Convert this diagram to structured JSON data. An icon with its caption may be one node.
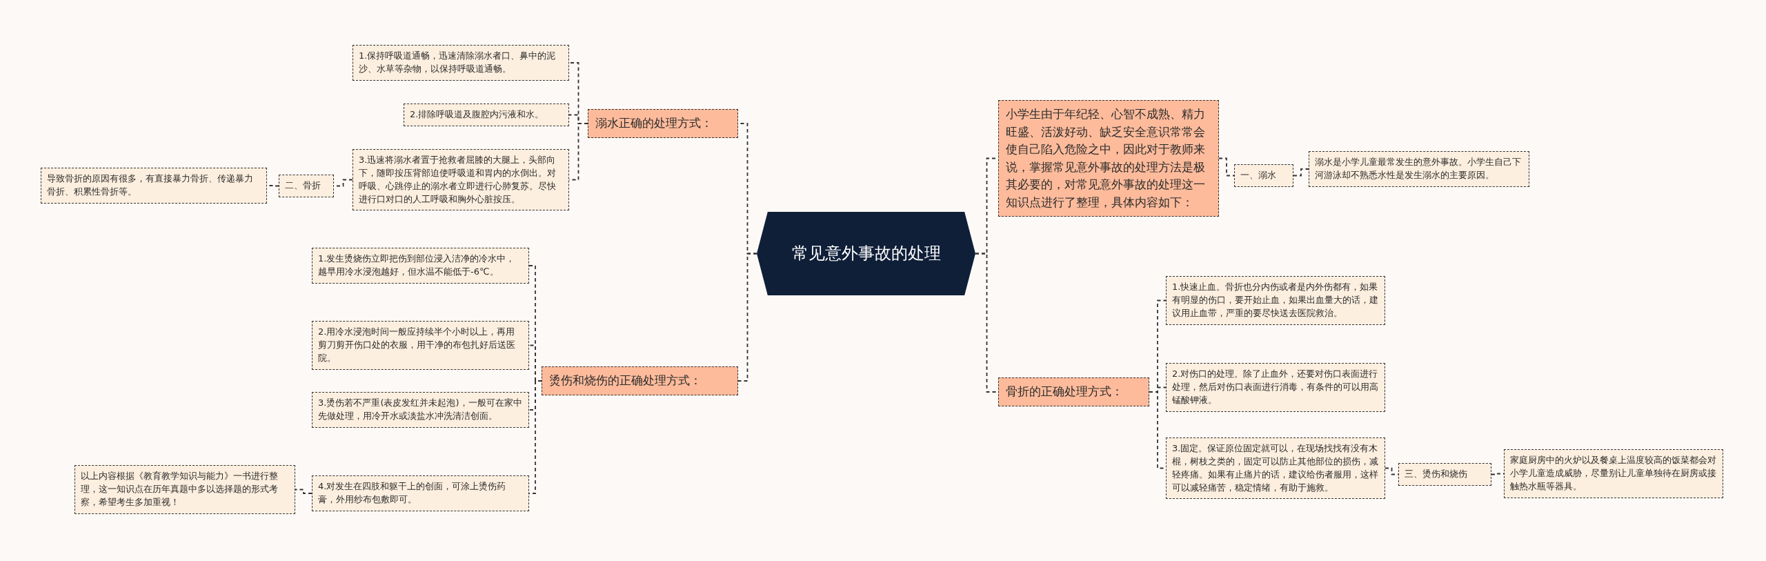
{
  "diagram": {
    "nodes": [
      {
        "text": [
          "常见意外事故的处理"
        ]
      },
      {
        "text": [
          "溺水正确的处理方式："
        ]
      },
      {
        "text": [
          "1.保持呼吸道通畅，迅速清除溺水者口、鼻中的泥沙、水草等杂物，以保持呼吸道通畅。"
        ]
      },
      {
        "text": [
          "2.排除呼吸道及腹腔内污液和水。"
        ]
      },
      {
        "text": [
          "3.迅速将溺水者置于抢救者屈膝的大腿上，头部向下，随即按压背部迫使呼吸道和胃内的水倒出。对呼吸、心跳停止的溺水者立即进行心肺复苏。尽快进行口对口的人工呼吸和胸外心脏按压。"
        ]
      },
      {
        "text": [
          "二、骨折"
        ]
      },
      {
        "text": [
          "导致骨折的原因有很多，有直接暴力骨折、传递暴力骨折、积累性骨折等。"
        ]
      },
      {
        "text": [
          "烫伤和烧伤的正确处理方式："
        ]
      },
      {
        "text": [
          "1.发生烫烧伤立即把伤到部位浸入洁净的冷水中，越早用冷水浸泡越好，但水温不能低于-6℃。"
        ]
      },
      {
        "text": [
          "2.用冷水浸泡时间一般应持续半个小时以上，再用剪刀剪开伤口处的衣服，用干净的布包扎好后送医院。"
        ]
      },
      {
        "text": [
          "3.烫伤若不严重(表皮发红并未起泡)，一般可在家中先做处理，用冷开水或淡盐水冲洗清洁创面。"
        ]
      },
      {
        "text": [
          "4.对发生在四肢和躯干上的创面，可涂上烫伤药膏，外用纱布包敷即可。"
        ]
      },
      {
        "text": [
          "以上内容根据《教育教学知识与能力》一书进行整理，这一知识点在历年真题中多以选择题的形式考察，希望考生多加重视！"
        ]
      },
      {
        "text": [
          "小学生由于年纪轻、心智不成熟、精力旺盛、活泼好动、缺乏安全意识常常会使自己陷入危险之中，因此对于教师来说，掌握常见意外事故的处理方法是极其必要的，对常见意外事故的处理这一知识点进行了整理，具体内容如下："
        ]
      },
      {
        "text": [
          "一、溺水"
        ]
      },
      {
        "text": [
          "溺水是小学儿童最常发生的意外事故。小学生自己下河游泳却不熟悉水性是发生溺水的主要原因。"
        ]
      },
      {
        "text": [
          "骨折的正确处理方式："
        ]
      },
      {
        "text": [
          "1.快速止血。骨折也分内伤或者是内外伤都有，如果有明显的伤口，要开始止血，如果出血量大的话，建议用止血带，严重的要尽快送去医院救治。"
        ]
      },
      {
        "text": [
          "2.对伤口的处理。除了止血外，还要对伤口表面进行处理，然后对伤口表面进行消毒，有条件的可以用高锰酸钾液。"
        ]
      },
      {
        "text": [
          "3.固定。保证原位固定就可以，在现场找找有没有木棍，树枝之类的，固定可以防止其他部位的损伤，减轻疼痛。如果有止痛片的话，建议给伤者服用，这样可以减轻痛苦，稳定情绪，有助于施救。"
        ]
      },
      {
        "text": [
          "三、烫伤和烧伤"
        ]
      },
      {
        "text": [
          "家庭厨房中的火炉以及餐桌上温度较高的饭菜都会对小学儿童造成威胁，尽量别让儿童单独待在厨房或接触热水瓶等器具。"
        ]
      }
    ],
    "edges": [
      {
        "from": 0,
        "to": 1,
        "arrow": "none"
      },
      {
        "from": 1,
        "to": 2,
        "arrow": "none"
      },
      {
        "from": 1,
        "to": 3,
        "arrow": "none"
      },
      {
        "from": 1,
        "to": 4,
        "arrow": "none"
      },
      {
        "from": 4,
        "to": 5,
        "arrow": "none"
      },
      {
        "from": 5,
        "to": 6,
        "arrow": "none"
      },
      {
        "from": 0,
        "to": 7,
        "arrow": "none"
      },
      {
        "from": 7,
        "to": 8,
        "arrow": "none"
      },
      {
        "from": 7,
        "to": 9,
        "arrow": "none"
      },
      {
        "from": 7,
        "to": 10,
        "arrow": "none"
      },
      {
        "from": 7,
        "to": 11,
        "arrow": "none"
      },
      {
        "from": 11,
        "to": 12,
        "arrow": "none"
      },
      {
        "from": 0,
        "to": 13,
        "arrow": "none"
      },
      {
        "from": 13,
        "to": 14,
        "arrow": "none"
      },
      {
        "from": 14,
        "to": 15,
        "arrow": "none"
      },
      {
        "from": 0,
        "to": 16,
        "arrow": "none"
      },
      {
        "from": 16,
        "to": 17,
        "arrow": "none"
      },
      {
        "from": 16,
        "to": 18,
        "arrow": "none"
      },
      {
        "from": 16,
        "to": 19,
        "arrow": "none"
      },
      {
        "from": 19,
        "to": 20,
        "arrow": "none"
      },
      {
        "from": 20,
        "to": 21,
        "arrow": "none"
      }
    ]
  }
}
